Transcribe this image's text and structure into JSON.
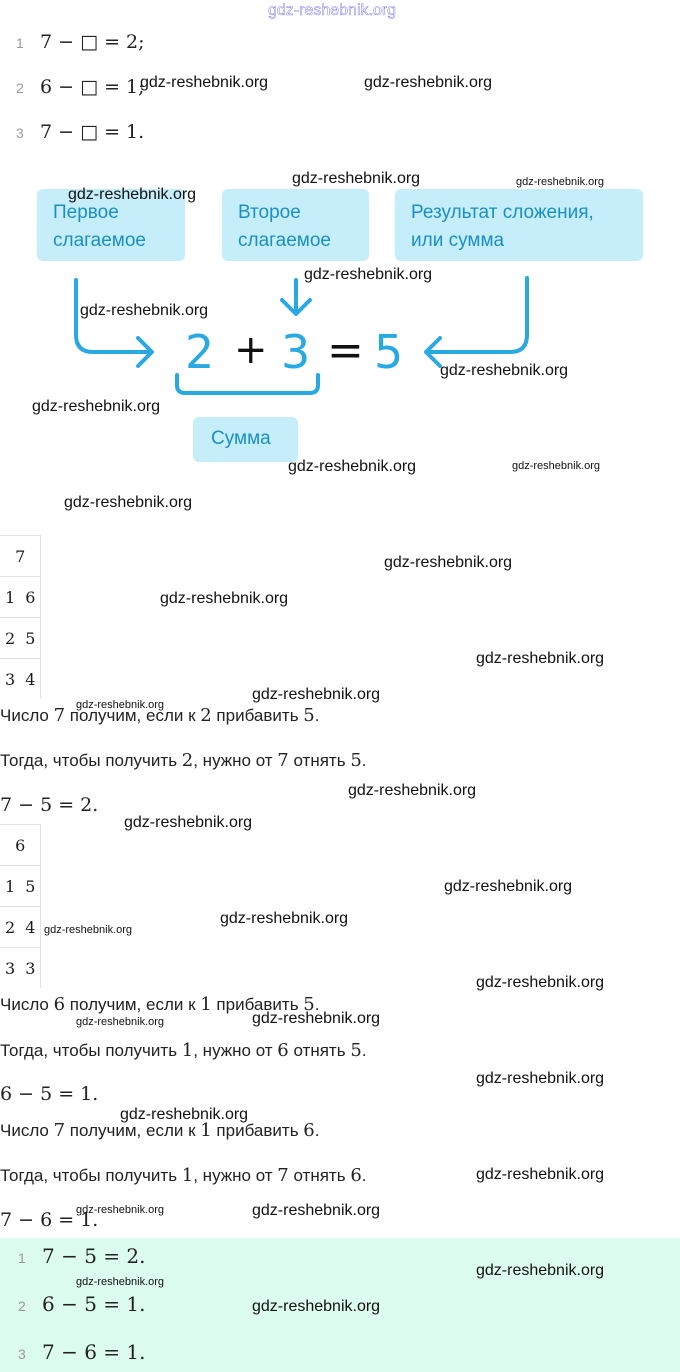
{
  "watermark": "gdz-reshebnik.org",
  "tasks": [
    {
      "num": "1",
      "expr": "7 − □ = 2;"
    },
    {
      "num": "2",
      "expr": "6 − □ = 1;"
    },
    {
      "num": "3",
      "expr": "7 − □ = 1."
    }
  ],
  "diagram": {
    "labels": {
      "first_addend": "Первое слагаемое",
      "second_addend": "Второе слагаемое",
      "result": "Результат сложения, или сумма",
      "sum": "Сумма"
    },
    "equation": {
      "a": "2",
      "plus": "+",
      "b": "3",
      "eq": "=",
      "c": "5"
    },
    "colors": {
      "accent": "#29a9e1",
      "box_bg": "#c5eefa",
      "box_text": "#1a8fc4"
    }
  },
  "solutions": [
    {
      "header": "7",
      "rows": [
        [
          "1",
          "6"
        ],
        [
          "2",
          "5"
        ],
        [
          "3",
          "4"
        ]
      ],
      "line1": {
        "a": "Число ",
        "n1": "7",
        "b": " получим, если к ",
        "n2": "2",
        "c": " прибавить ",
        "n3": "5",
        "d": "."
      },
      "line2": {
        "a": "Тогда, чтобы получить ",
        "n1": "2",
        "b": ", нужно от ",
        "n2": "7",
        "c": " отнять ",
        "n3": "5",
        "d": "."
      },
      "result": "7 − 5 = 2."
    },
    {
      "header": "6",
      "rows": [
        [
          "1",
          "5"
        ],
        [
          "2",
          "4"
        ],
        [
          "3",
          "3"
        ]
      ],
      "line1": {
        "a": "Число ",
        "n1": "6",
        "b": " получим, если к ",
        "n2": "1",
        "c": " прибавить ",
        "n3": "5",
        "d": "."
      },
      "line2": {
        "a": "Тогда, чтобы получить ",
        "n1": "1",
        "b": ", нужно от ",
        "n2": "6",
        "c": " отнять ",
        "n3": "5",
        "d": "."
      },
      "result": "6 − 5 = 1."
    },
    {
      "line1": {
        "a": "Число ",
        "n1": "7",
        "b": " получим, если к ",
        "n2": "1",
        "c": " прибавить ",
        "n3": "6",
        "d": "."
      },
      "line2": {
        "a": "Тогда, чтобы получить ",
        "n1": "1",
        "b": ", нужно от ",
        "n2": "7",
        "c": " отнять ",
        "n3": "6",
        "d": "."
      },
      "result": "7 − 6 = 1."
    }
  ],
  "answers": [
    {
      "num": "1",
      "expr": "7 − 5 = 2."
    },
    {
      "num": "2",
      "expr": "6 − 5 = 1."
    },
    {
      "num": "3",
      "expr": "7 − 6 = 1."
    }
  ],
  "answer_bg": "#dcfcef"
}
